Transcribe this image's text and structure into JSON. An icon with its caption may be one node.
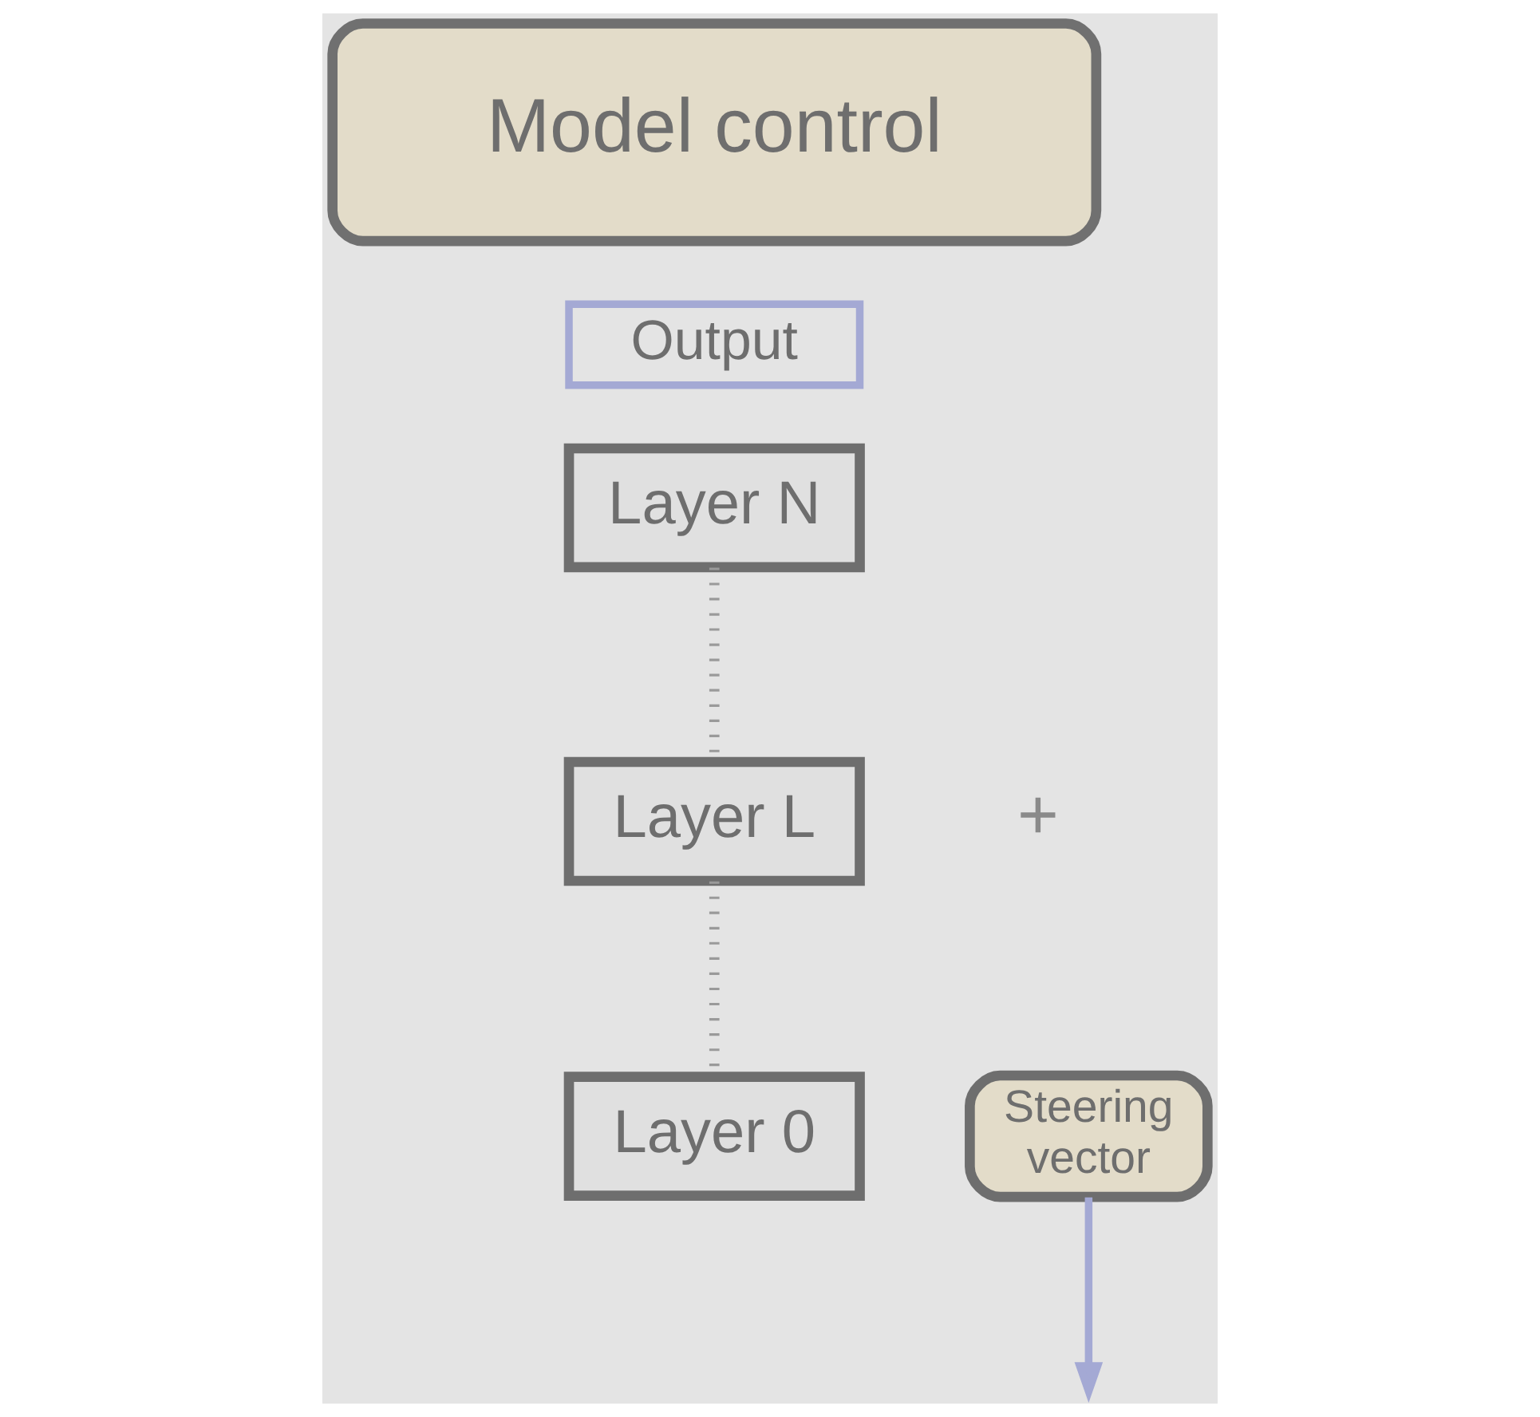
{
  "diagram": {
    "nodes": [
      {
        "text": [
          "Model control"
        ]
      },
      {
        "text": [
          "Output"
        ]
      },
      {
        "text": [
          "Layer N"
        ]
      },
      {
        "text": [
          "Layer L"
        ]
      },
      {
        "text": [
          "Layer 0"
        ]
      },
      {
        "text": [
          "Steering vector"
        ]
      }
    ],
    "edges": [
      {
        "from": 2,
        "to": 3,
        "arrow": "none",
        "style": "dashed"
      },
      {
        "from": 3,
        "to": 4,
        "arrow": "none",
        "style": "dashed"
      },
      {
        "from": 5,
        "to": null,
        "arrow": "to",
        "color": "#a4a9d4"
      }
    ],
    "labels": [
      "+"
    ]
  }
}
